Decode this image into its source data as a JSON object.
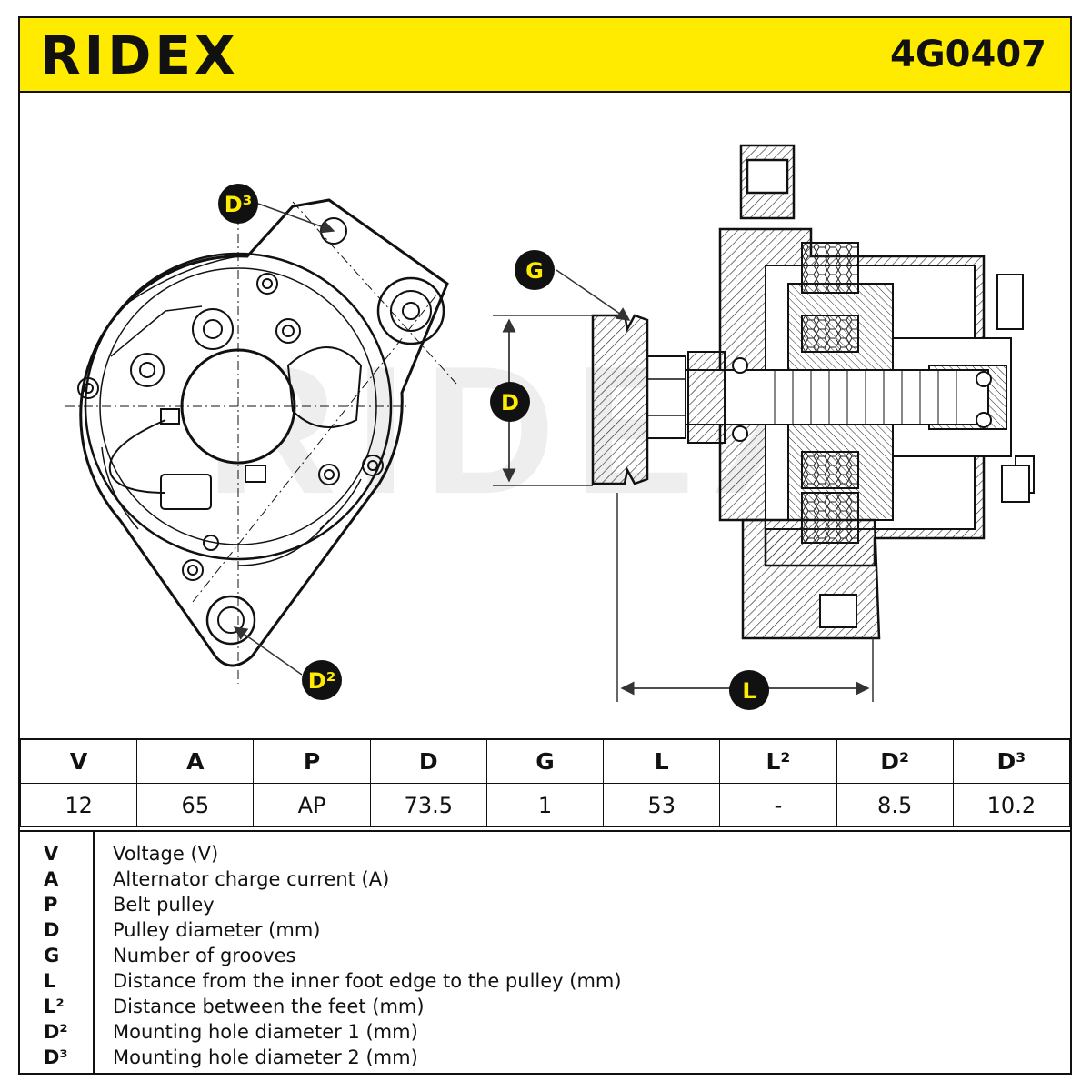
{
  "header": {
    "brand": "RIDEX",
    "part_number": "4G0407",
    "background_color": "#ffeb00"
  },
  "diagram": {
    "labels": {
      "d3": "D³",
      "d2": "D²",
      "g": "G",
      "d": "D",
      "l": "L"
    },
    "badge_color": "#ffeb00"
  },
  "specs": {
    "headers": [
      "V",
      "A",
      "P",
      "D",
      "G",
      "L",
      "L²",
      "D²",
      "D³"
    ],
    "values": [
      "12",
      "65",
      "AP",
      "73.5",
      "1",
      "53",
      "-",
      "8.5",
      "10.2"
    ]
  },
  "legend": [
    {
      "key": "V",
      "text": "Voltage (V)"
    },
    {
      "key": "A",
      "text": "Alternator charge current (A)"
    },
    {
      "key": "P",
      "text": "Belt pulley"
    },
    {
      "key": "D",
      "text": "Pulley diameter (mm)"
    },
    {
      "key": "G",
      "text": "Number of grooves"
    },
    {
      "key": "L",
      "text": "Distance from the inner foot edge to the pulley (mm)"
    },
    {
      "key": "L²",
      "text": "Distance between the feet (mm)"
    },
    {
      "key": "D²",
      "text": "Mounting hole diameter 1 (mm)"
    },
    {
      "key": "D³",
      "text": "Mounting hole diameter 2 (mm)"
    }
  ]
}
